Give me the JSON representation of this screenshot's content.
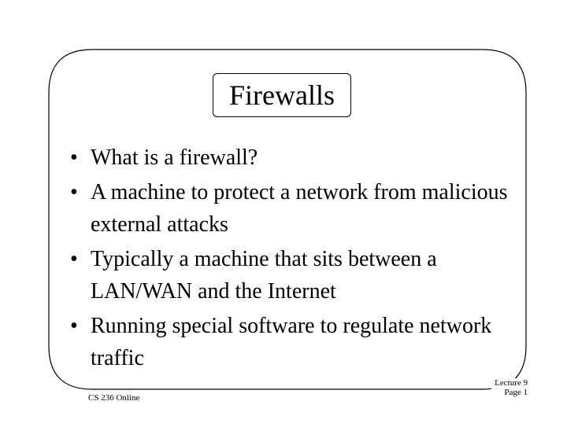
{
  "slide": {
    "title": "Firewalls",
    "bullets": [
      {
        "mark": "•",
        "text": "What is a firewall?"
      },
      {
        "mark": "•",
        "text": "A machine to protect a network from malicious external attacks"
      },
      {
        "mark": "•",
        "text": "Typically a machine that sits between a LAN/WAN and the Internet"
      },
      {
        "mark": "•",
        "text": "Running special software to regulate network traffic"
      }
    ],
    "footer": {
      "course": "CS 236 Online",
      "lecture": "Lecture 9",
      "page": "Page 1"
    }
  }
}
